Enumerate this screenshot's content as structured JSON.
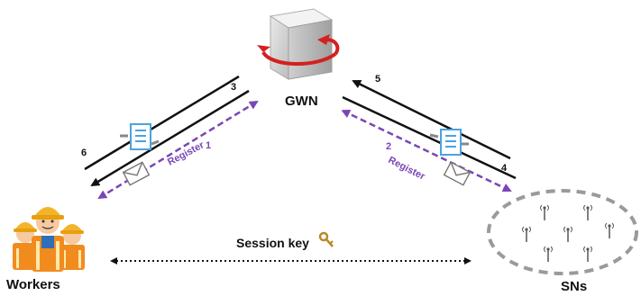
{
  "nodes": {
    "gateway": "GWN",
    "workers": "Workers",
    "sensors": "SNs"
  },
  "flows": {
    "step_1": "1",
    "step_2": "2",
    "step_3": "3",
    "step_4": "4",
    "step_5": "5",
    "step_6": "6",
    "register_left": "Register",
    "register_right": "Register"
  },
  "session": {
    "label": "Session key"
  },
  "icons": {
    "gateway": "server-cube-icon",
    "workers": "workers-group-icon",
    "sensors": "antenna-icon",
    "document": "document-icon",
    "envelope": "envelope-icon",
    "key": "key-icon"
  },
  "colors": {
    "register": "#7a45b5",
    "arrow": "#111111",
    "sync_arrow": "#d42020",
    "sn_cloud": "#9a9a9a",
    "document": "#4aa3e0"
  }
}
